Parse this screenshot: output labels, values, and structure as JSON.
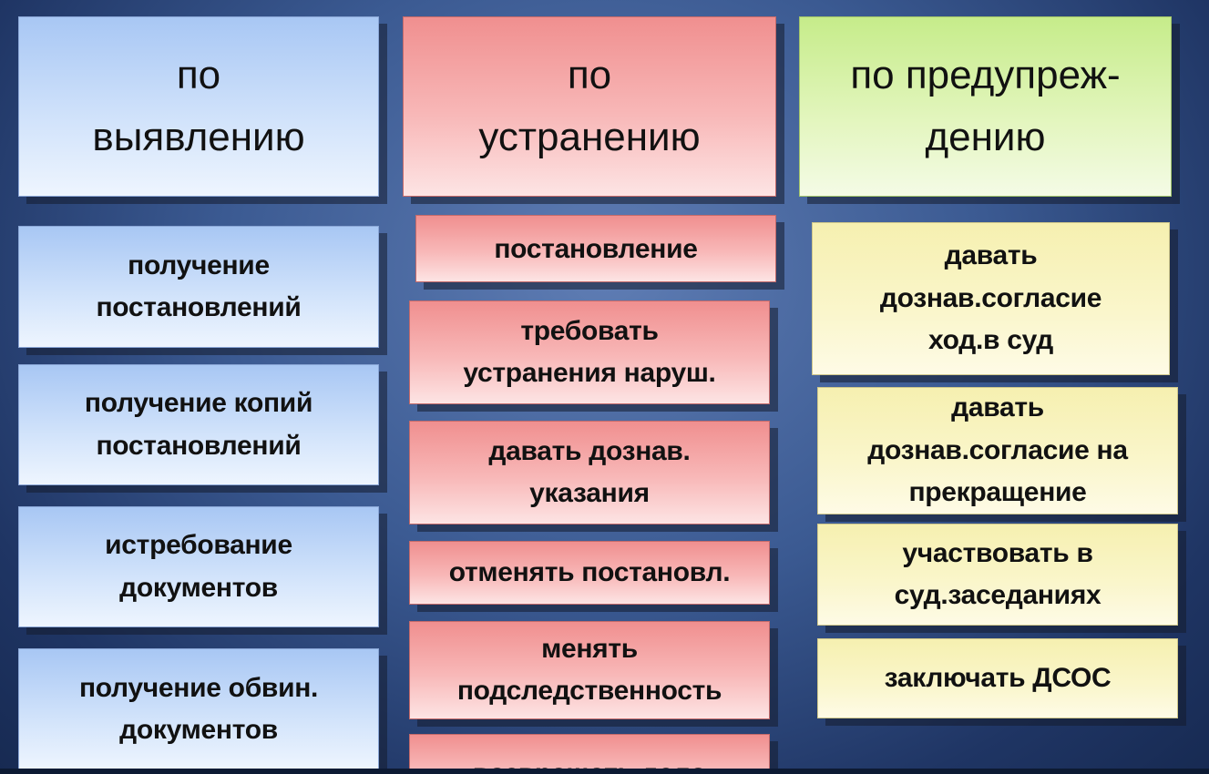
{
  "columns": [
    {
      "header": "по\nвыявлению",
      "items": [
        "получение\nпостановлений",
        "получение копий\nпостановлений",
        "истребование\nдокументов",
        "получение обвин.\nдокументов"
      ]
    },
    {
      "header": "по\nустранению",
      "items": [
        "постановление",
        "требовать\nустранения наруш.",
        "давать дознав.\nуказания",
        "отменять постановл.",
        "менять\nподследственность",
        "возвращать дело"
      ]
    },
    {
      "header": "по предупреж-\nдению",
      "items": [
        "давать\nдознав.согласие\nход.в суд",
        "давать\nдознав.согласие на\nпрекращение",
        "участвовать в\nсуд.заседаниях",
        "заключать ДСОС"
      ]
    }
  ],
  "colors": {
    "blue": "#c9dcf8",
    "red": "#f6a8a8",
    "green": "#dcf3b0",
    "yellow": "#f9f3c4",
    "background": "#3b5a92"
  }
}
